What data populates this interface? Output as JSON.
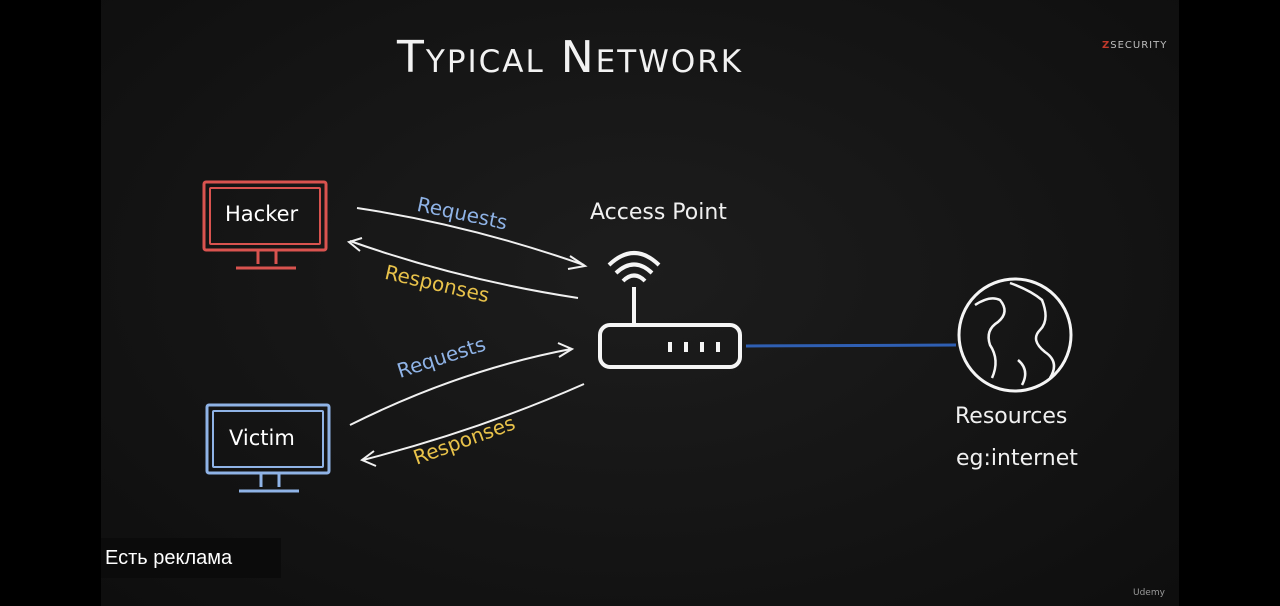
{
  "slide": {
    "title": "Typical Network",
    "brand": "SECURITY",
    "brand_mark": "Z",
    "hacker_label": "Hacker",
    "victim_label": "Victim",
    "access_point_label": "Access Point",
    "resources_label": "Resources",
    "resources_sub": "eg:internet",
    "requests_top": "Requests",
    "responses_top": "Responses",
    "requests_bottom": "Requests",
    "responses_bottom": "Responses"
  },
  "overlay": {
    "ad_text": "Есть реклама",
    "watermark": "Udemy"
  },
  "colors": {
    "hacker": "#d9534f",
    "victim": "#8fb3e6",
    "requests": "#8fb3e6",
    "responses": "#e8c24a",
    "link": "#2f5fb3"
  },
  "icons": [
    "desktop-monitor-icon",
    "wifi-router-icon",
    "globe-icon"
  ]
}
